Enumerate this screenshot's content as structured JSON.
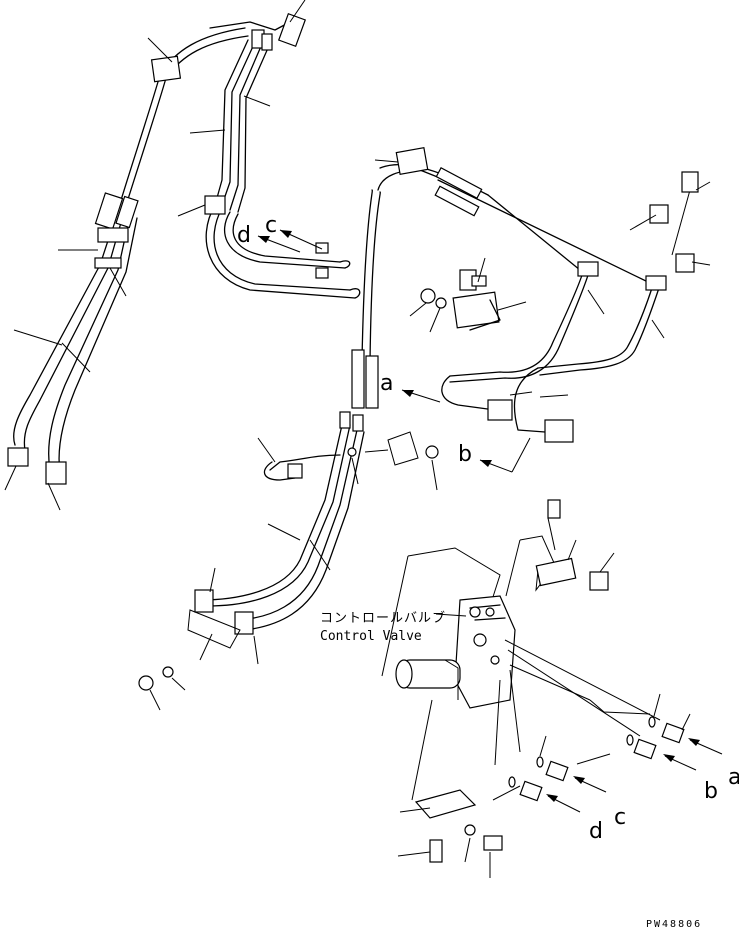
{
  "control_valve_label": {
    "japanese": "コントロールバルブ",
    "english": "Control Valve"
  },
  "connection_letters": {
    "a": "a",
    "b": "b",
    "c": "c",
    "d": "d"
  },
  "drawing_number": "PW48806"
}
